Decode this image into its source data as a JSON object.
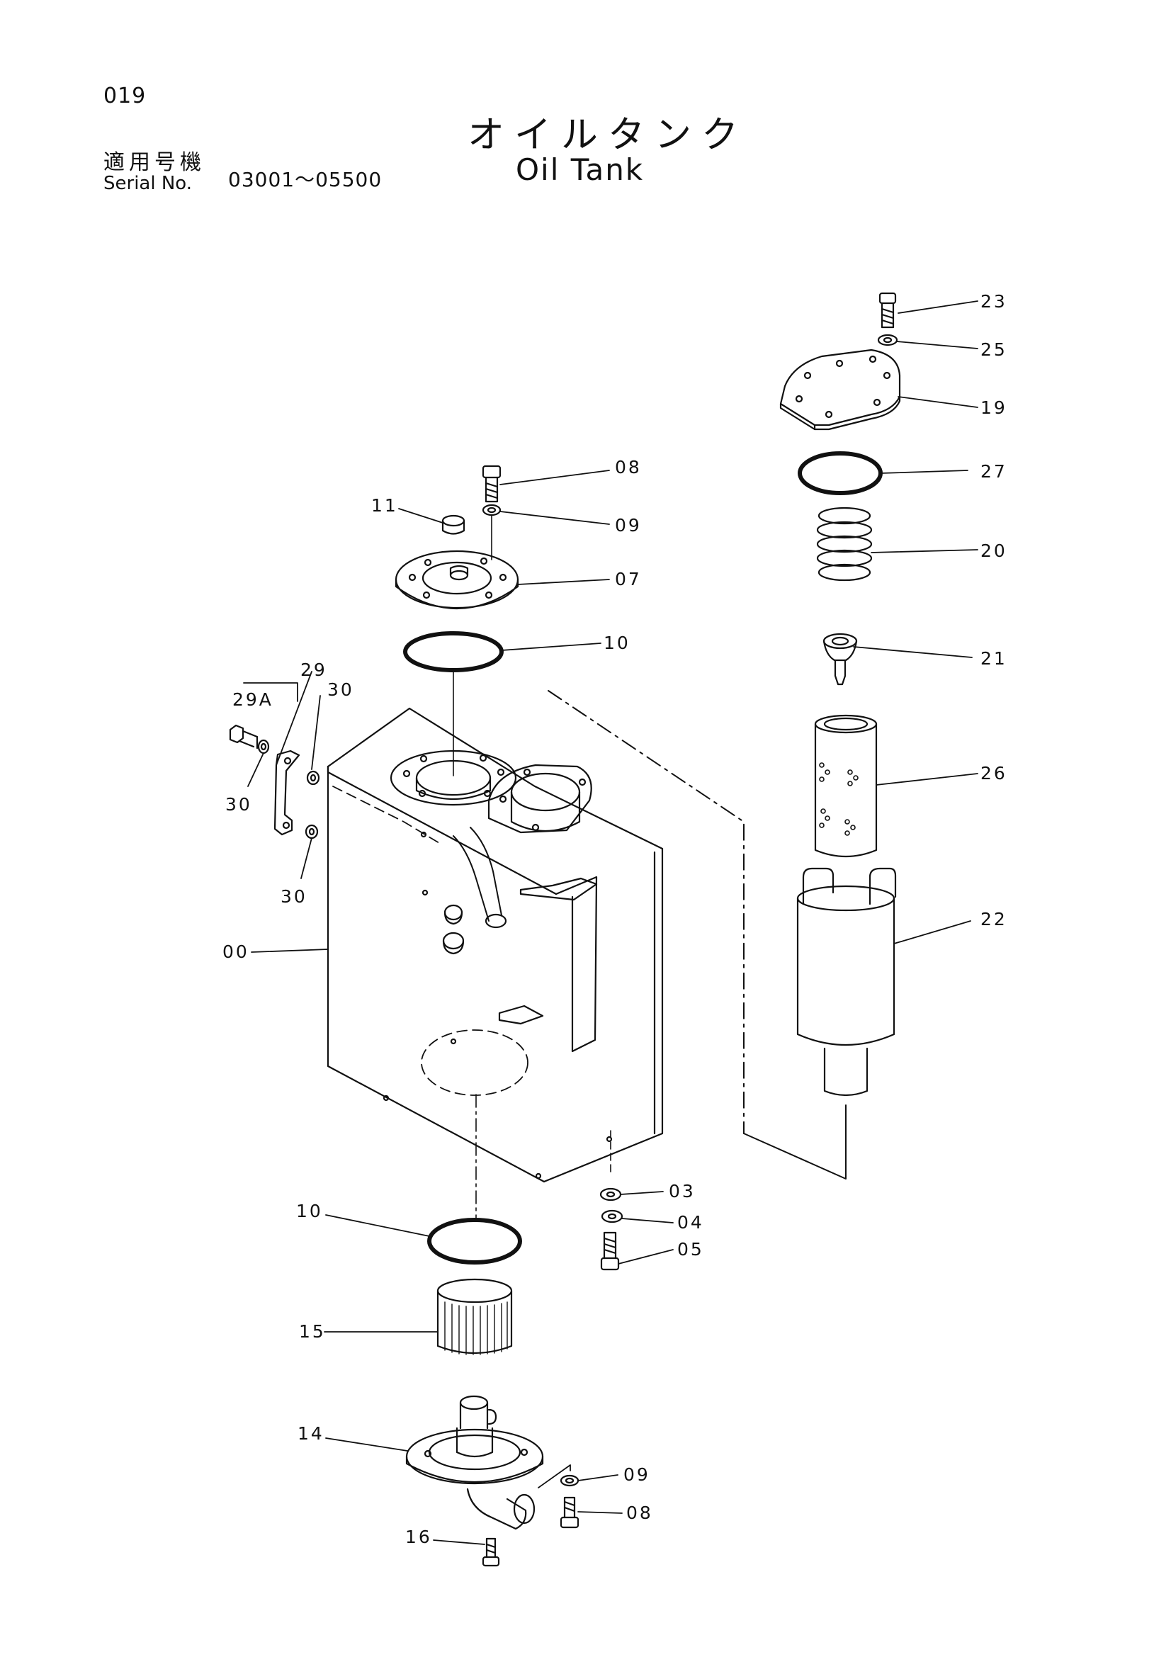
{
  "header": {
    "page_number": "019",
    "title_jp": "オイルタンク",
    "title_en": "Oil Tank",
    "serial_label_jp": "適用号機",
    "serial_label_en": "Serial No.",
    "serial_range": "03001～05500"
  },
  "callouts": [
    {
      "id": "c23",
      "label": "23"
    },
    {
      "id": "c25",
      "label": "25"
    },
    {
      "id": "c19",
      "label": "19"
    },
    {
      "id": "c27",
      "label": "27"
    },
    {
      "id": "c20",
      "label": "20"
    },
    {
      "id": "c21",
      "label": "21"
    },
    {
      "id": "c26",
      "label": "26"
    },
    {
      "id": "c22",
      "label": "22"
    },
    {
      "id": "c08a",
      "label": "08"
    },
    {
      "id": "c09a",
      "label": "09"
    },
    {
      "id": "c11",
      "label": "11"
    },
    {
      "id": "c07",
      "label": "07"
    },
    {
      "id": "c10a",
      "label": "10"
    },
    {
      "id": "c29",
      "label": "29"
    },
    {
      "id": "c29A",
      "label": "29A"
    },
    {
      "id": "c30a",
      "label": "30"
    },
    {
      "id": "c30b",
      "label": "30"
    },
    {
      "id": "c30c",
      "label": "30"
    },
    {
      "id": "c00",
      "label": "00"
    },
    {
      "id": "c03",
      "label": "03"
    },
    {
      "id": "c04",
      "label": "04"
    },
    {
      "id": "c05",
      "label": "05"
    },
    {
      "id": "c10b",
      "label": "10"
    },
    {
      "id": "c15",
      "label": "15"
    },
    {
      "id": "c14",
      "label": "14"
    },
    {
      "id": "c09b",
      "label": "09"
    },
    {
      "id": "c08b",
      "label": "08"
    },
    {
      "id": "c16",
      "label": "16"
    }
  ]
}
